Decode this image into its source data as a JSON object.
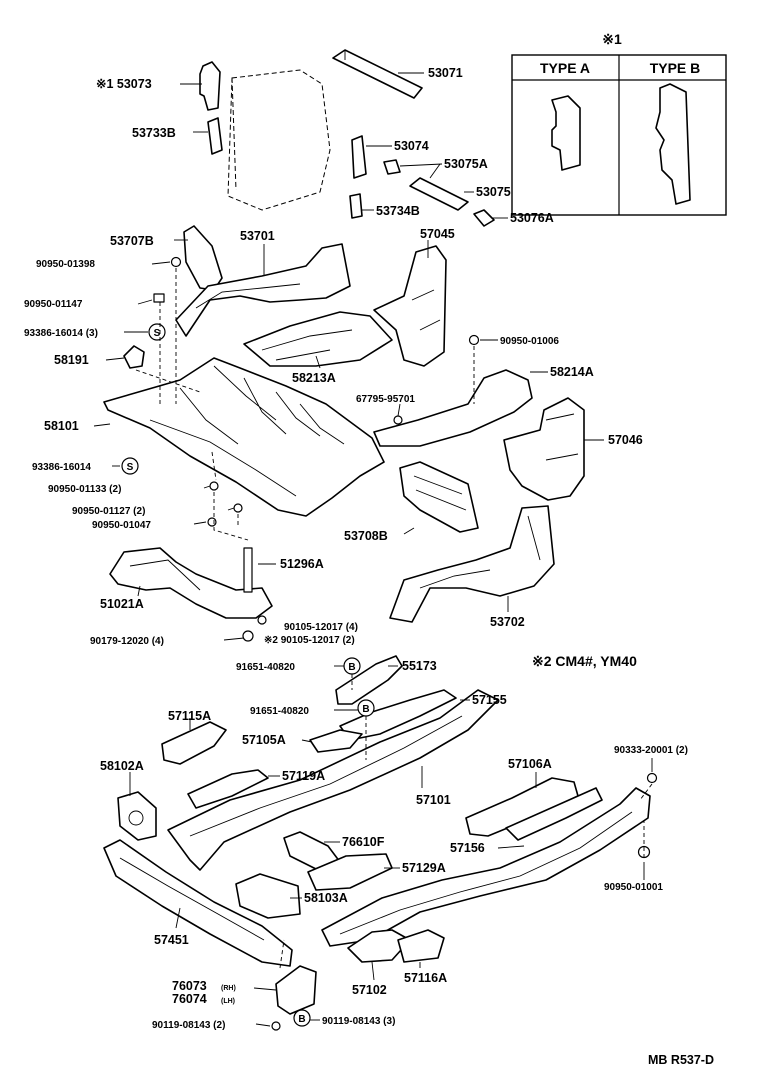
{
  "legend": {
    "title": "※1",
    "type_a": "TYPE A",
    "type_b": "TYPE B"
  },
  "note2": "※2 CM4#, YM40",
  "footer": "MB R537-D",
  "labels": {
    "p53073": "※1 53073",
    "p53733b": "53733B",
    "p53071": "53071",
    "p53074": "53074",
    "p53075a": "53075A",
    "p53075": "53075",
    "p53734b": "53734B",
    "p53076a": "53076A",
    "p53707b": "53707B",
    "p53701": "53701",
    "p57045": "57045",
    "b90950_01398": "90950-01398",
    "b90950_01147": "90950-01147",
    "b93386_16014_3": "93386-16014 (3)",
    "p58191": "58191",
    "p58213a": "58213A",
    "b90950_01006": "90950-01006",
    "p58214a": "58214A",
    "b67795_95701": "67795-95701",
    "p58101": "58101",
    "p57046": "57046",
    "b93386_16014": "93386-16014",
    "b90950_01133": "90950-01133 (2)",
    "b90950_01127": "90950-01127 (2)",
    "b90950_01047": "90950-01047",
    "p53708b": "53708B",
    "p51296a": "51296A",
    "p51021a": "51021A",
    "b90105_12017_4": "90105-12017 (4)",
    "b90105_12017_2": "※2 90105-12017 (2)",
    "b90179_12020": "90179-12020 (4)",
    "p53702": "53702",
    "b91651_40820_1": "91651-40820",
    "p55173": "55173",
    "b91651_40820_2": "91651-40820",
    "p57155": "57155",
    "p57115a": "57115A",
    "p57105a": "57105A",
    "p58102a": "58102A",
    "p57119a": "57119A",
    "p57101": "57101",
    "p57106a": "57106A",
    "b90333_20001": "90333-20001 (2)",
    "p76610f": "76610F",
    "p57156": "57156",
    "p57129a": "57129A",
    "p58103a": "58103A",
    "b90950_01001": "90950-01001",
    "p57451": "57451",
    "p57102": "57102",
    "p57116a": "57116A",
    "p76073": "76073",
    "rh": "(RH)",
    "p76074": "76074",
    "lh": "(LH)",
    "b90119_08143_2": "90119-08143 (2)",
    "b90119_08143_3": "90119-08143 (3)"
  },
  "markers": {
    "s": "S",
    "b": "B"
  }
}
